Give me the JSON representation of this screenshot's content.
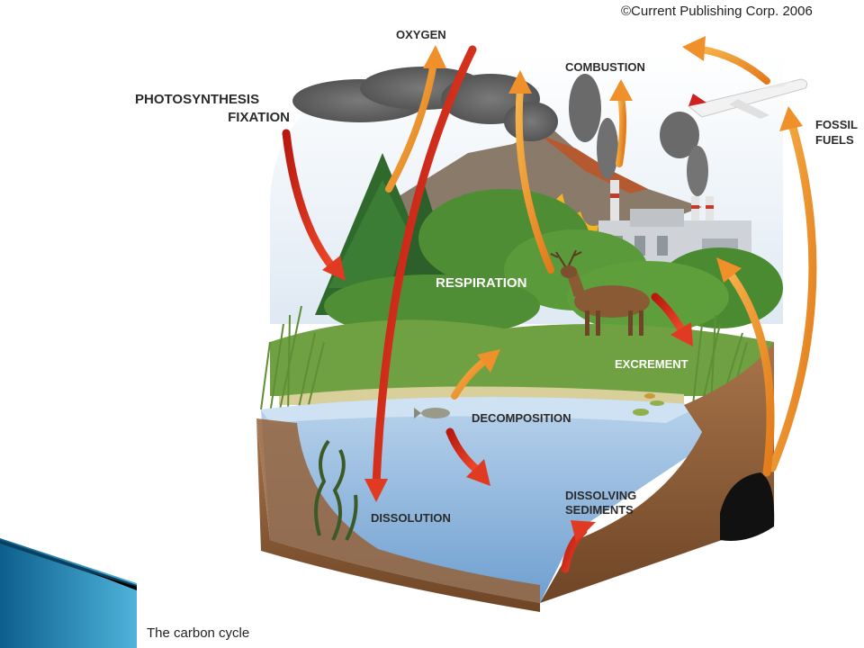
{
  "copyright": "©Current Publishing Corp. 2006",
  "caption": "The carbon cycle",
  "labels": {
    "oxygen": "OXYGEN",
    "photosynthesis": "PHOTOSYNTHESIS",
    "fixation": "FIXATION",
    "combustion": "COMBUSTION",
    "fossil": "FOSSIL",
    "fuels": "FUELS",
    "respiration": "RESPIRATION",
    "excrement": "EXCREMENT",
    "decomposition": "DECOMPOSITION",
    "dissolving": "DISSOLVING",
    "sediments": "SEDIMENTS",
    "dissolution": "DISSOLUTION"
  },
  "colors": {
    "red_arrow": "#d8281c",
    "orange_arrow": "#f0902a",
    "water": "#8fb6dd",
    "soil": "#8a5a32",
    "forest": "#3f7a2a",
    "smoke": "#6a6a6a",
    "corner_accent": "#1d7fb0"
  }
}
